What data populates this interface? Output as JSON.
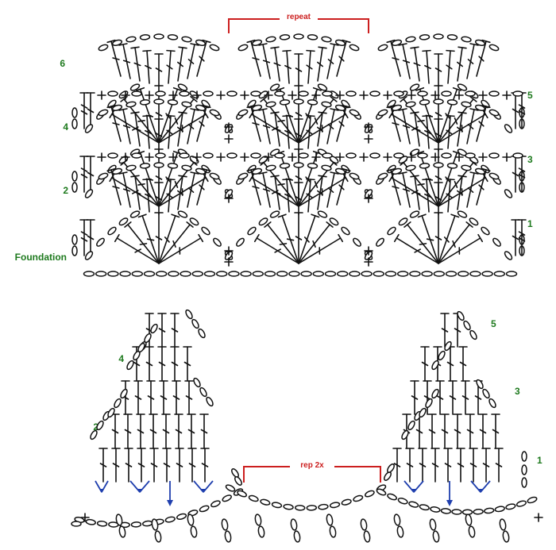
{
  "top_chart": {
    "repeat_label": "repeat",
    "foundation_label": "Foundation",
    "row_labels_left": [
      "6",
      "4",
      "2"
    ],
    "row_labels_right": [
      "5",
      "3",
      "1"
    ]
  },
  "bottom_chart": {
    "repeat_label": "rep 2x",
    "row_labels_left": [
      "4",
      "2"
    ],
    "row_labels_right": [
      "5",
      "3",
      "1"
    ]
  },
  "colors": {
    "ink": "#111111",
    "label_green": "#1e7a1e",
    "repeat_red": "#cc1f1f",
    "arrow_blue": "#1f3fae"
  }
}
